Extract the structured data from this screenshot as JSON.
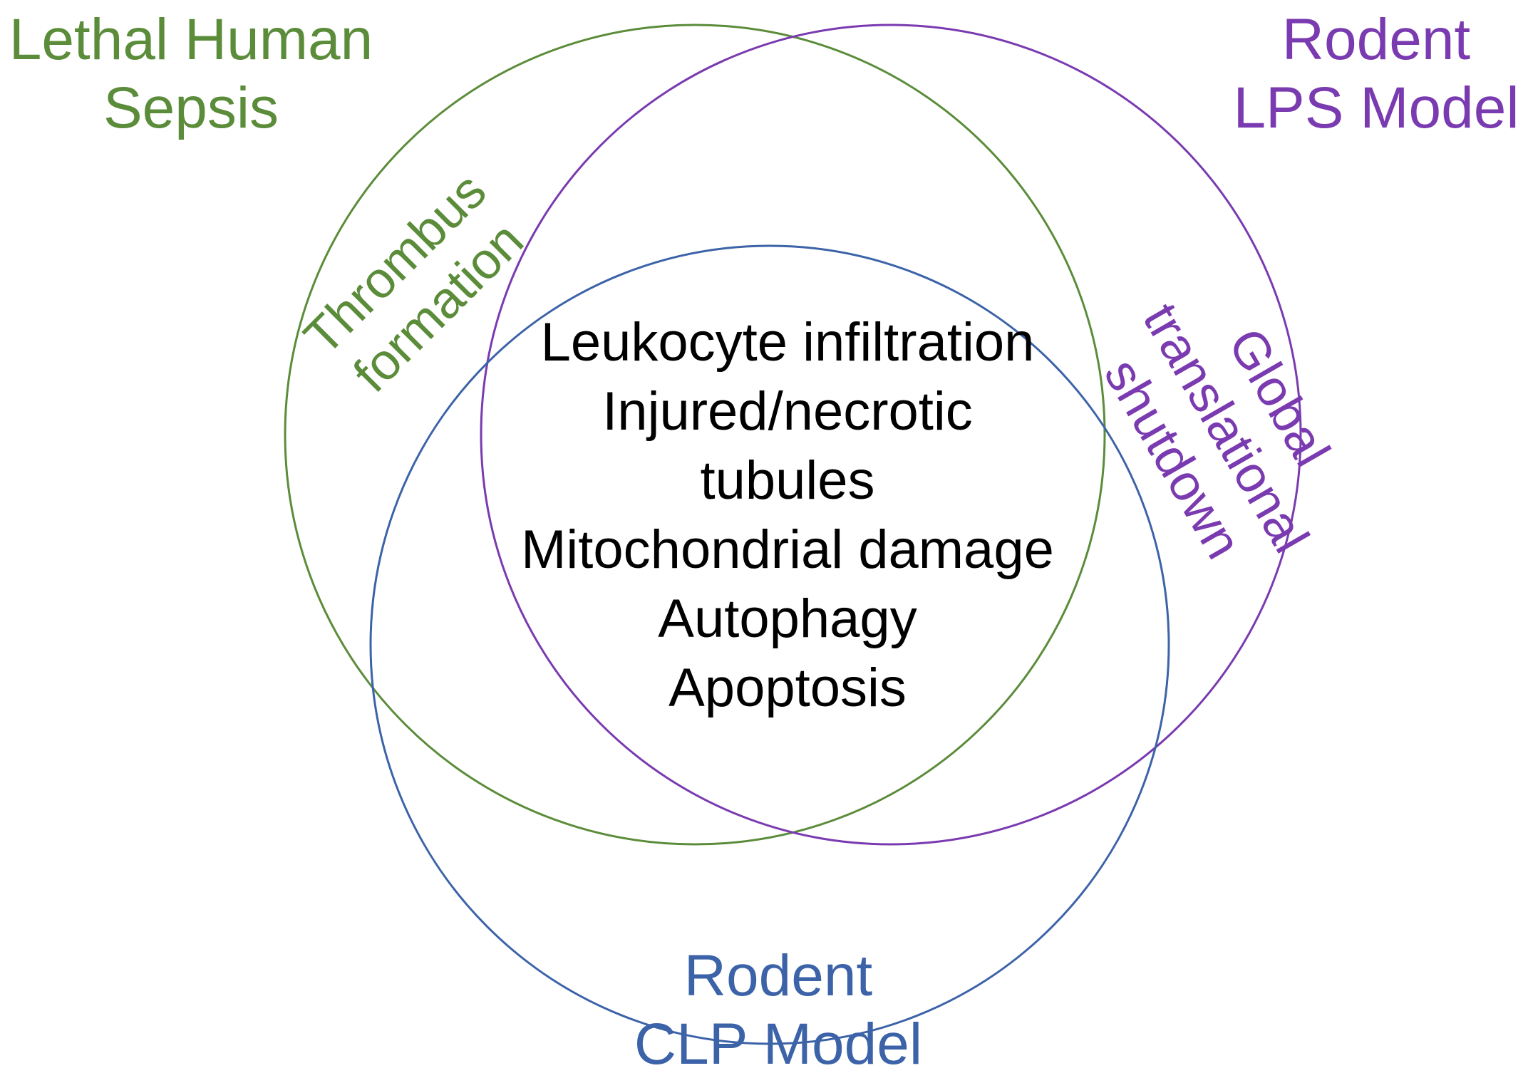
{
  "colors": {
    "human": "#5b8c3a",
    "lps": "#7a3ab0",
    "clp": "#3c63a8",
    "text": "#000000"
  },
  "sets": {
    "human": {
      "lines": [
        "Lethal Human",
        "Sepsis"
      ]
    },
    "lps": {
      "lines": [
        "Rodent",
        "LPS Model"
      ]
    },
    "clp": {
      "lines": [
        "Rodent",
        "CLP Model"
      ]
    }
  },
  "overlaps": {
    "human_lps": [
      "Thrombus",
      "formation"
    ],
    "lps_clp": [
      "Global",
      "translational",
      "shutdown"
    ]
  },
  "center": [
    "Leukocyte infiltration",
    "Injured/necrotic",
    "tubules",
    "Mitochondrial damage",
    "Autophagy",
    "Apoptosis"
  ]
}
